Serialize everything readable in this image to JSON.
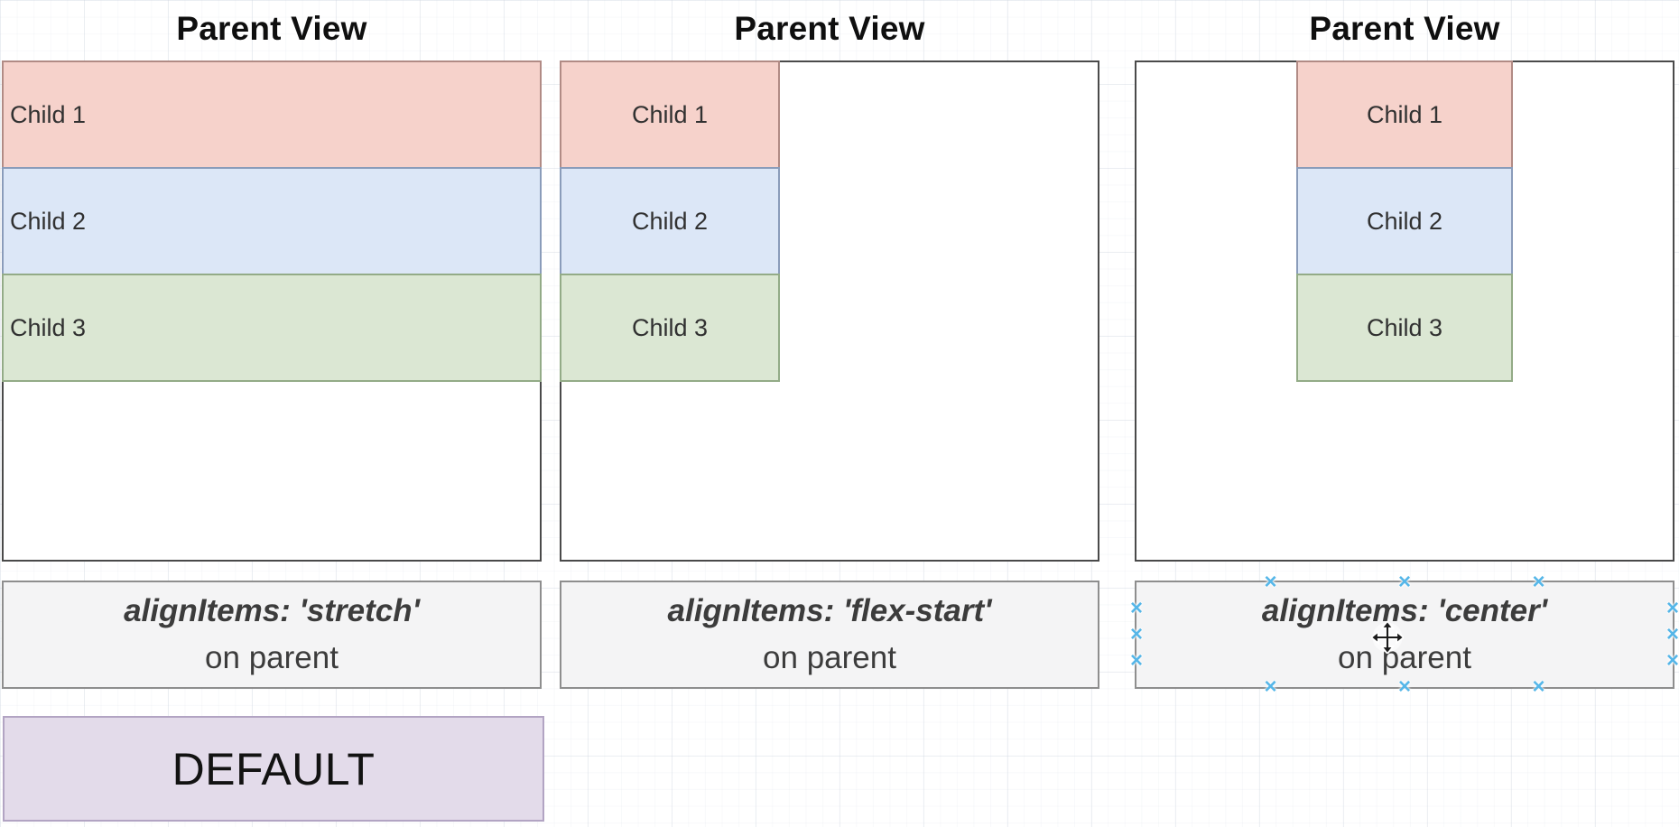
{
  "canvas": {
    "background": "#ffffff",
    "grid_minor_color": "#eef0f3",
    "grid_major_color": "#e3e7ec"
  },
  "panels": [
    {
      "title": "Parent View",
      "align_items": "stretch",
      "children": [
        {
          "label": "Child 1"
        },
        {
          "label": "Child 2"
        },
        {
          "label": "Child 3"
        }
      ],
      "caption": {
        "line1": "alignItems: 'stretch'",
        "line2": "on parent"
      }
    },
    {
      "title": "Parent View",
      "align_items": "flex-start",
      "children": [
        {
          "label": "Child 1"
        },
        {
          "label": "Child 2"
        },
        {
          "label": "Child 3"
        }
      ],
      "caption": {
        "line1": "alignItems: 'flex-start'",
        "line2": "on parent"
      }
    },
    {
      "title": "Parent View",
      "align_items": "center",
      "children": [
        {
          "label": "Child 1"
        },
        {
          "label": "Child 2"
        },
        {
          "label": "Child 3"
        }
      ],
      "caption": {
        "line1": "alignItems: 'center'",
        "line2": "on parent"
      },
      "hovered": true
    }
  ],
  "default_badge": {
    "label": "DEFAULT"
  },
  "interaction": {
    "hovered_shape": "caption-box-3",
    "connection_points_visible": true,
    "cursor": "move"
  },
  "icons": {
    "connection_point_glyph": "×",
    "cursor": "move-cursor"
  },
  "colors": {
    "child1_fill": "#f6d2cb",
    "child1_border": "#b18b85",
    "child2_fill": "#dce7f7",
    "child2_border": "#8a9cba",
    "child3_fill": "#dbe7d3",
    "child3_border": "#93ab87",
    "parent_fill": "#ffffff",
    "parent_border": "#4a4a4a",
    "caption_fill": "#f4f4f5",
    "caption_border": "#8e8e8e",
    "default_fill": "#e3dbea",
    "default_border": "#b2a4c3",
    "connection_point": "#55b6e8",
    "title_text": "#0f0f0f",
    "child_text": "#313131",
    "caption_text": "#3c3c3c",
    "default_text": "#121212"
  }
}
